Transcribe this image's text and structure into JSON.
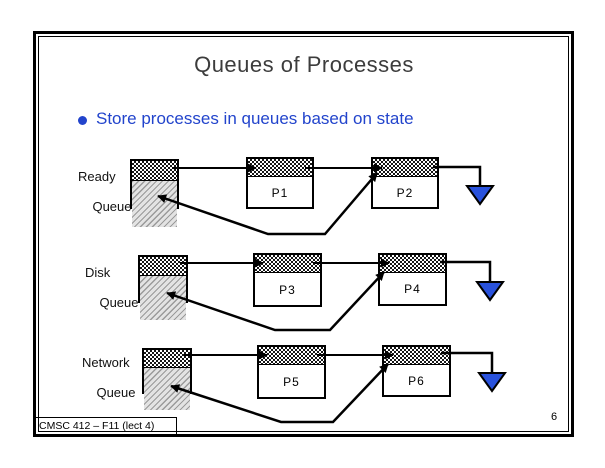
{
  "slide": {
    "title": "Queues of Processes",
    "bullet": "Store processes in queues based on state",
    "footer": "CMSC 412 – F11  (lect 4)",
    "page_number": "6",
    "colors": {
      "title_text": "#3c3c3c",
      "bullet_text": "#2244cc",
      "null_triangle_fill": "#2952dd",
      "line_color": "#000000"
    }
  },
  "diagram": {
    "rows": [
      {
        "label_line1": "Ready",
        "label_line2": "Queue",
        "processes": [
          "P1",
          "P2"
        ]
      },
      {
        "label_line1": "Disk",
        "label_line2": "Queue",
        "processes": [
          "P3",
          "P4"
        ]
      },
      {
        "label_line1": "Network",
        "label_line2": "Queue",
        "processes": [
          "P5",
          "P6"
        ]
      }
    ],
    "icons": {
      "null_terminator": "down-triangle"
    }
  }
}
